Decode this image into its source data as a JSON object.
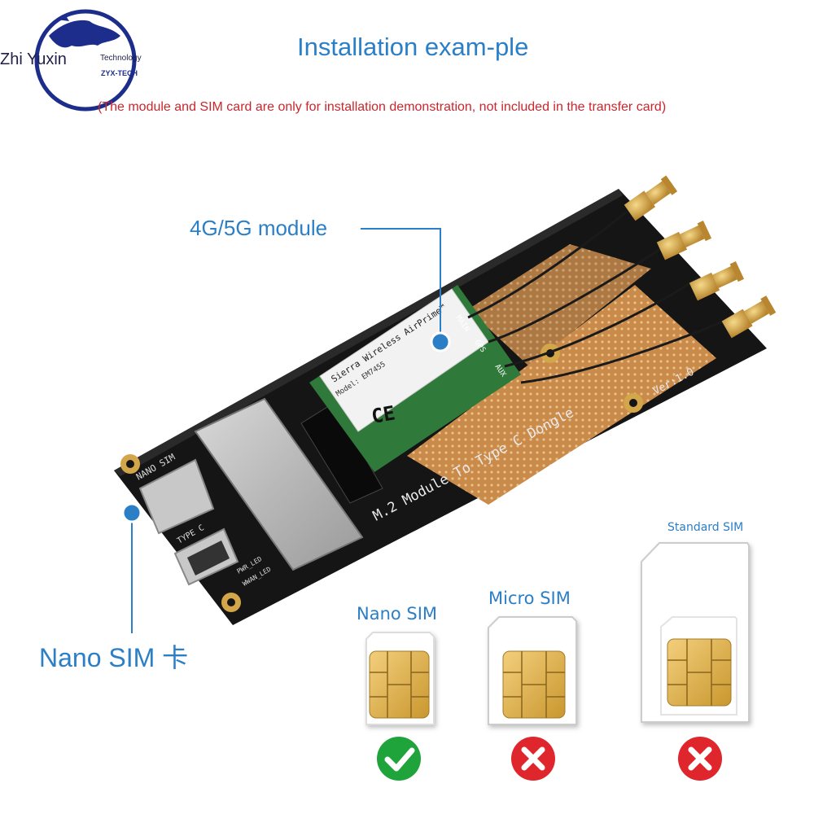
{
  "brand": {
    "name": "Zhi Yuxin",
    "subtitle": "Technology",
    "code": "ZYX-TECH"
  },
  "header": {
    "title": "Installation exam-ple",
    "disclaimer": "(The module and SIM card are only for installation demonstration, not included in the transfer card)"
  },
  "callouts": {
    "module": "4G/5G module",
    "nano_sim_card": "Nano SIM 卡"
  },
  "board": {
    "title_silk": "M.2 Module To Type C Dongle",
    "version": "Ver:1.0",
    "sim_slot_silk": "NANO SIM",
    "usb_silk": "TYPE C",
    "led_silk_1": "PWR_LED",
    "led_silk_2": "WWAN_LED",
    "module_brand": "Sierra Wireless AirPrime™",
    "module_model": "Model: EM7455",
    "module_ce": "CE",
    "antenna_main": "MAIN",
    "antenna_gps": "GPS",
    "antenna_aux": "AUX"
  },
  "sim_comparison": [
    {
      "label": "Nano SIM",
      "status": "supported",
      "status_icon": "check-icon",
      "color": "#1fa43b"
    },
    {
      "label": "Micro SIM",
      "status": "not-supported",
      "status_icon": "cross-icon",
      "color": "#e0262d"
    },
    {
      "label": "Standard SIM",
      "status": "not-supported",
      "status_icon": "cross-icon",
      "color": "#e0262d"
    }
  ],
  "colors": {
    "accent_blue": "#2b7fc7",
    "warning_red": "#c8272d",
    "board_black": "#151515",
    "gold": "#d4a64a"
  }
}
